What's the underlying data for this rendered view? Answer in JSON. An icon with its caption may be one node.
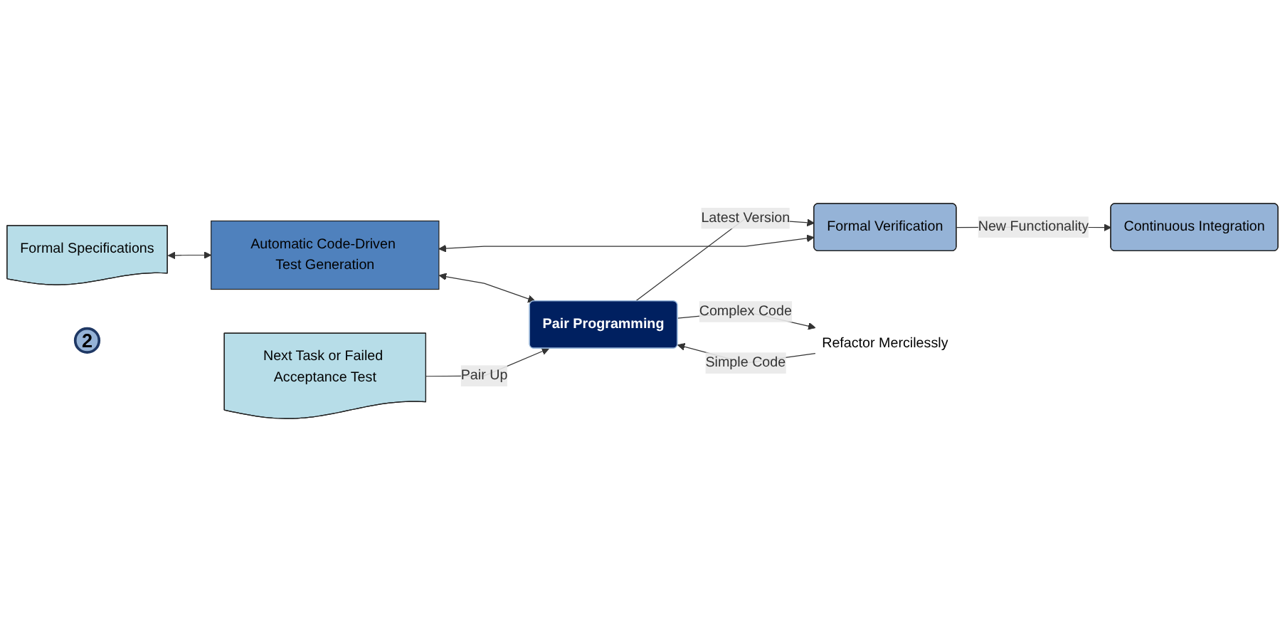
{
  "diagram": {
    "nodes": [
      {
        "text": [
          "Formal Specifications"
        ]
      },
      {
        "text": [
          "Automatic Code-Driven Test Generation"
        ]
      },
      {
        "text": [
          "2"
        ]
      },
      {
        "text": [
          "Next Task or Failed Acceptance Test"
        ]
      },
      {
        "text": [
          "Pair Programming"
        ]
      },
      {
        "text": [
          "Formal Verification"
        ]
      },
      {
        "text": [
          "Continuous Integration"
        ]
      },
      {
        "text": [
          "Refactor Mercilessly"
        ]
      }
    ],
    "edges": [
      {
        "from": 0,
        "to": 1,
        "arrow": "both"
      },
      {
        "from": 1,
        "to": 4,
        "arrow": "both"
      },
      {
        "from": 5,
        "to": 1,
        "arrow": "both"
      },
      {
        "from": 3,
        "to": 4,
        "arrow": "to",
        "label": "Pair Up"
      },
      {
        "from": 4,
        "to": 5,
        "arrow": "to",
        "label": "Latest Version"
      },
      {
        "from": 5,
        "to": 6,
        "arrow": "to",
        "label": "New Functionality"
      },
      {
        "from": 7,
        "to": 4,
        "arrow": "to",
        "label": "Simple Code"
      },
      {
        "from": 4,
        "to": 7,
        "arrow": "to",
        "label": "Complex Code"
      }
    ]
  }
}
